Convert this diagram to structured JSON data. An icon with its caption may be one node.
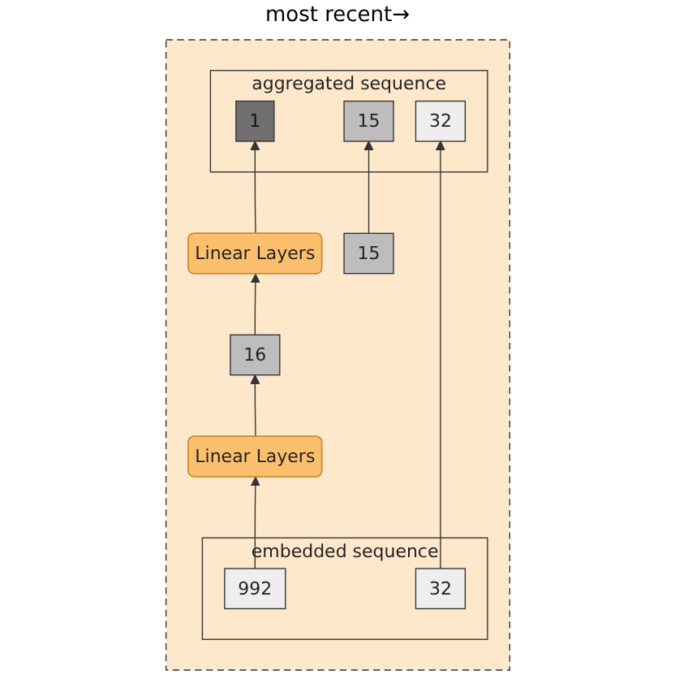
{
  "diagram": {
    "nodes": [
      {
        "text": [],
        "shape": "box"
      },
      {
        "text": [
          "aggregated sequence"
        ],
        "in": 0
      },
      {
        "text": [
          "1"
        ],
        "in": 1
      },
      {
        "text": [
          "15"
        ],
        "in": 1
      },
      {
        "text": [
          "32"
        ],
        "in": 1
      },
      {
        "text": [
          "Linear Layers"
        ],
        "in": 0
      },
      {
        "text": [
          "16"
        ],
        "in": 0
      },
      {
        "text": [
          "15"
        ],
        "in": 0
      },
      {
        "text": [
          "Linear Layers"
        ],
        "in": 0
      },
      {
        "text": [
          "embedded sequence"
        ],
        "in": 0
      },
      {
        "text": [
          "992"
        ],
        "in": 9
      },
      {
        "text": [
          "32"
        ],
        "in": 9
      }
    ],
    "edges": [
      {
        "from": 10,
        "to": 8,
        "arrow": "to"
      },
      {
        "from": 8,
        "to": 6,
        "arrow": "to"
      },
      {
        "from": 6,
        "to": 5,
        "arrow": "to"
      },
      {
        "from": 5,
        "to": 2,
        "arrow": "to"
      },
      {
        "from": 7,
        "to": 3,
        "arrow": "to"
      },
      {
        "from": 11,
        "to": 4,
        "arrow": "to"
      }
    ],
    "labels": [
      "most recent→"
    ]
  }
}
